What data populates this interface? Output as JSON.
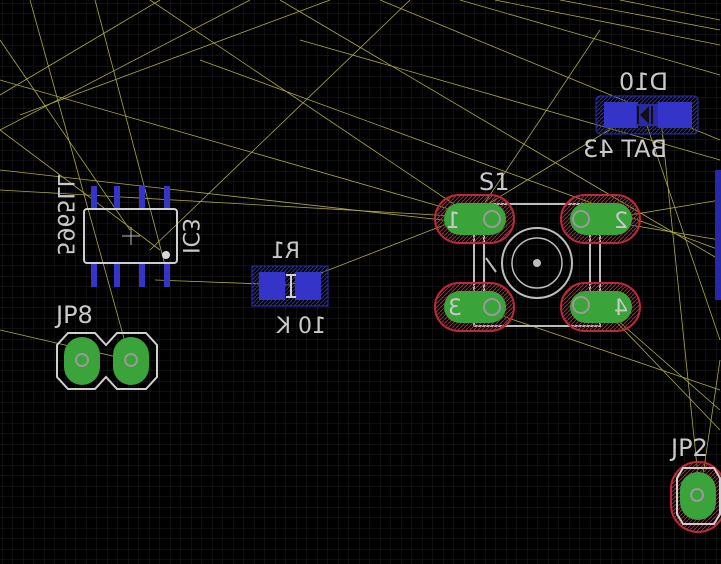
{
  "colors": {
    "background": "#000000",
    "grid": "#1d1d1d",
    "airwire": "#b8b843",
    "silkscreen": "#c9c9c9",
    "pad_green": "#3aa33a",
    "smd_blue": "#3a3acf",
    "drill": "#9a9a9a",
    "restrict_red": "#c0283a"
  },
  "parts": {
    "ic_top": {
      "name": "5965LL",
      "value": "IC3"
    },
    "r1": {
      "name": "R1",
      "value": "10 K"
    },
    "d10": {
      "name": "D10",
      "value": "BAT 43"
    },
    "s1": {
      "name": "S1",
      "pins": [
        "1",
        "2",
        "3",
        "4"
      ]
    },
    "jp8": {
      "name": "JP8"
    },
    "jp2": {
      "name": "JP2"
    }
  }
}
